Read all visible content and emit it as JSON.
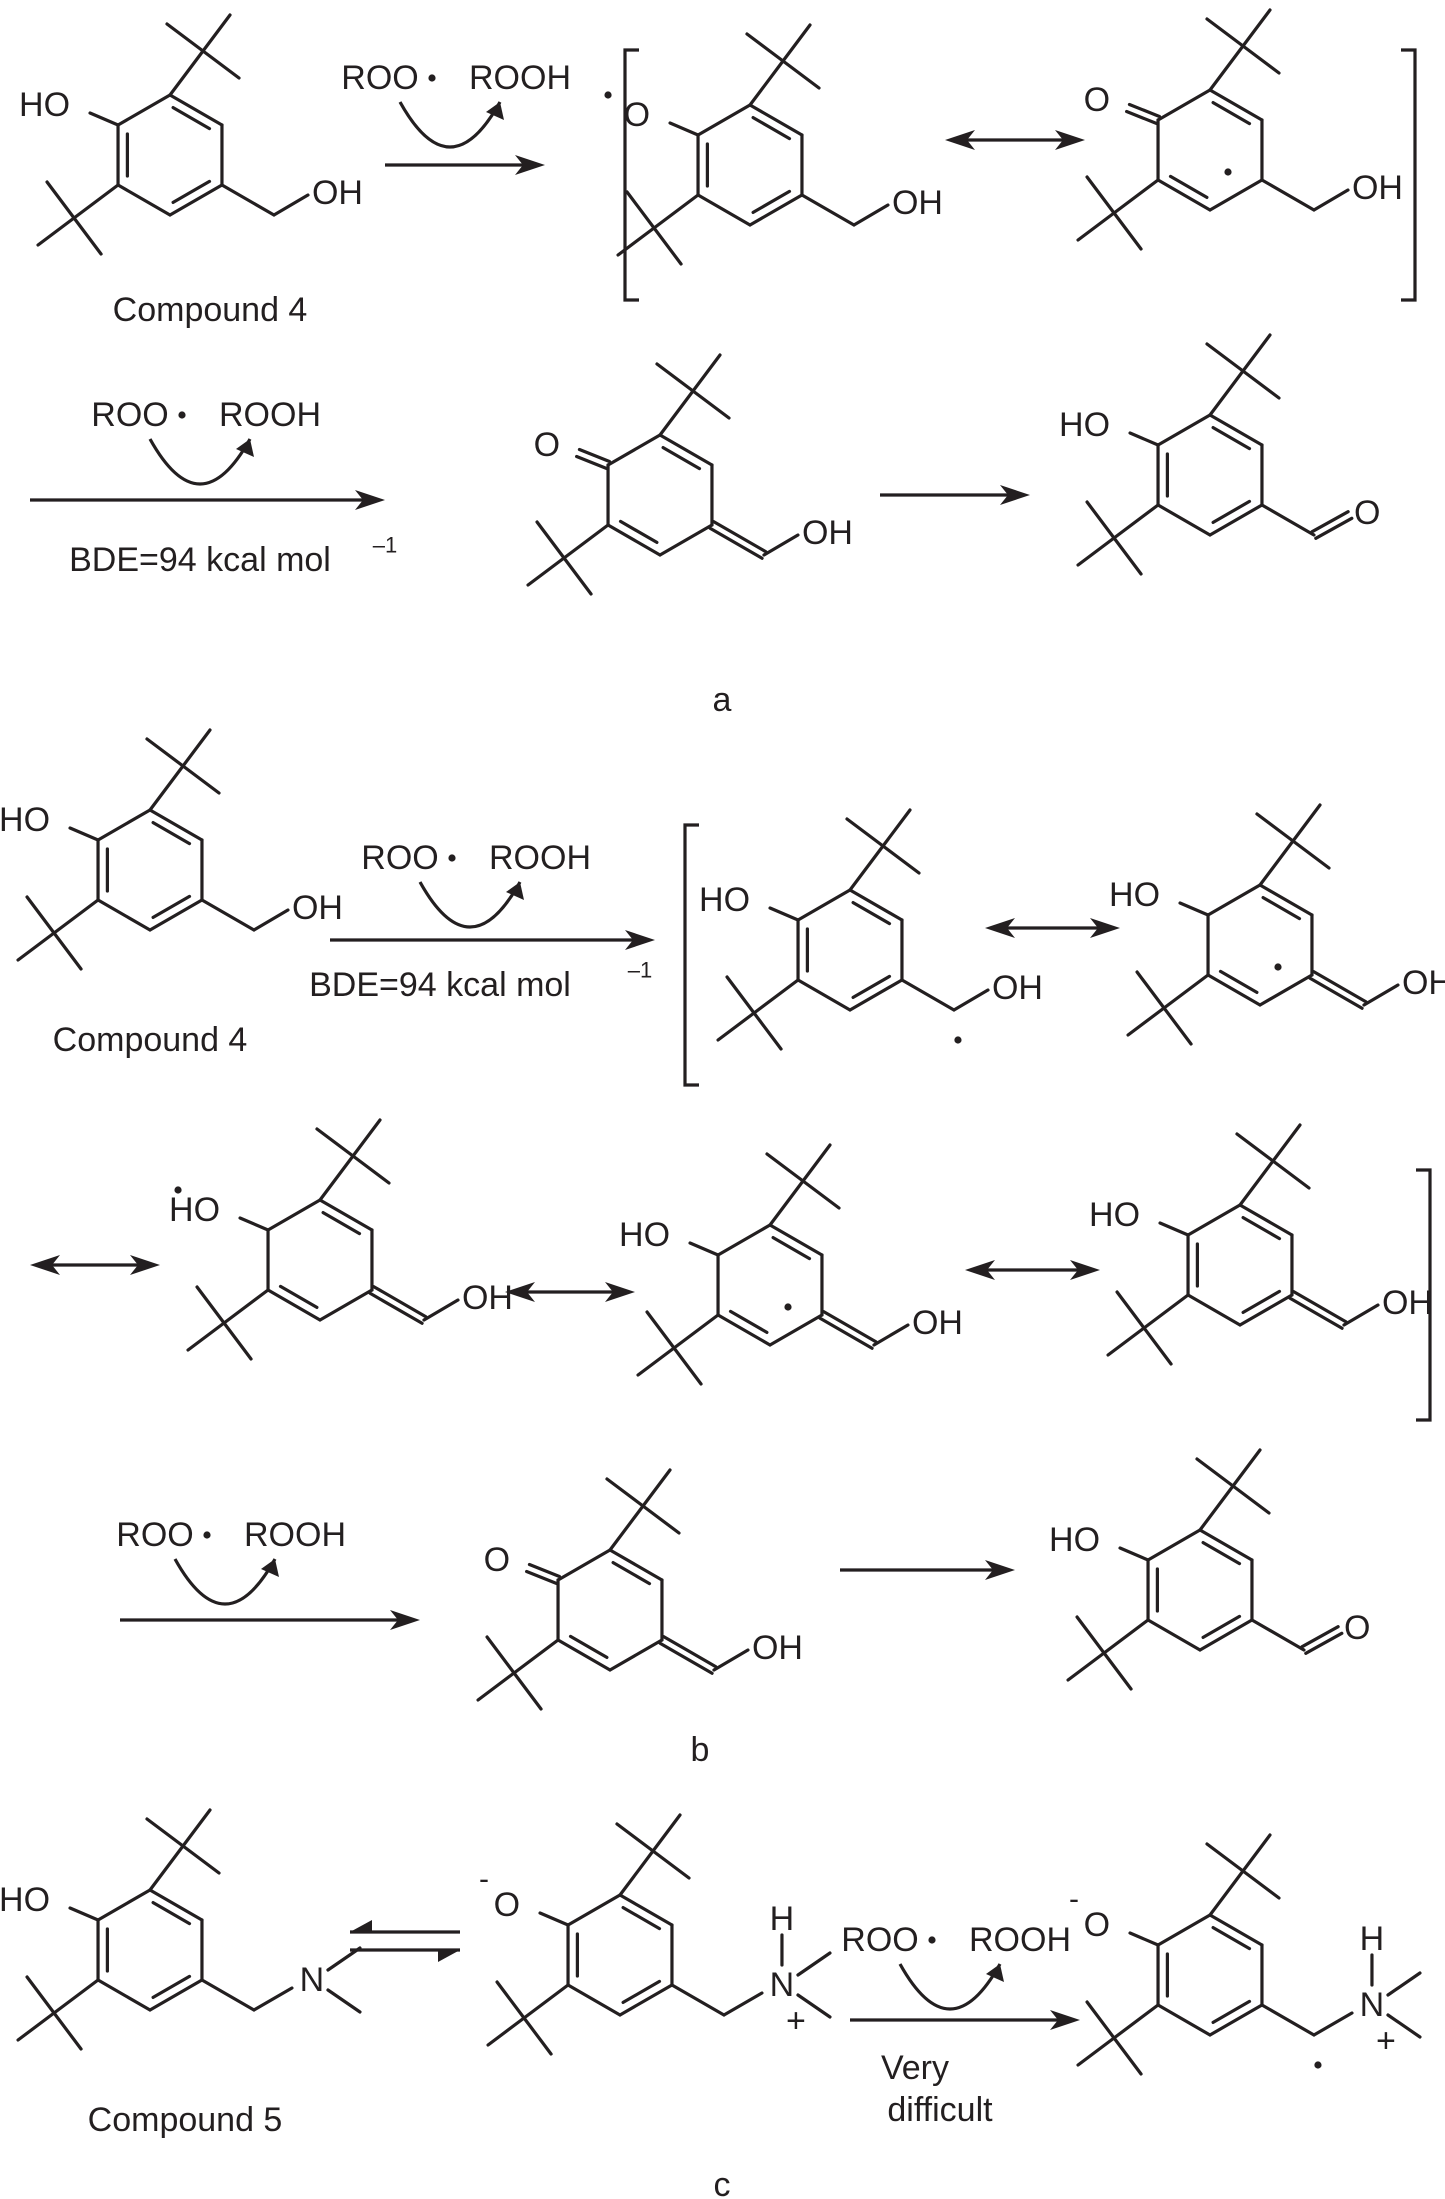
{
  "atom_labels": {
    "ho": "HO",
    "oh": "OH",
    "o": "O",
    "h": "H",
    "n": "N",
    "plus": "+",
    "minus": "-"
  },
  "reagents": {
    "peroxyl": "ROO",
    "hydroperoxide": "ROOH"
  },
  "compound_labels": {
    "compound_4": "Compound 4",
    "compound_5": "Compound 5"
  },
  "bde": {
    "text": "BDE=94 kcal mol",
    "superscript": "–1"
  },
  "condition_c": {
    "line1": "Very",
    "line2": "difficult"
  },
  "panel_labels": {
    "a": "a",
    "b": "b",
    "c": "c"
  }
}
